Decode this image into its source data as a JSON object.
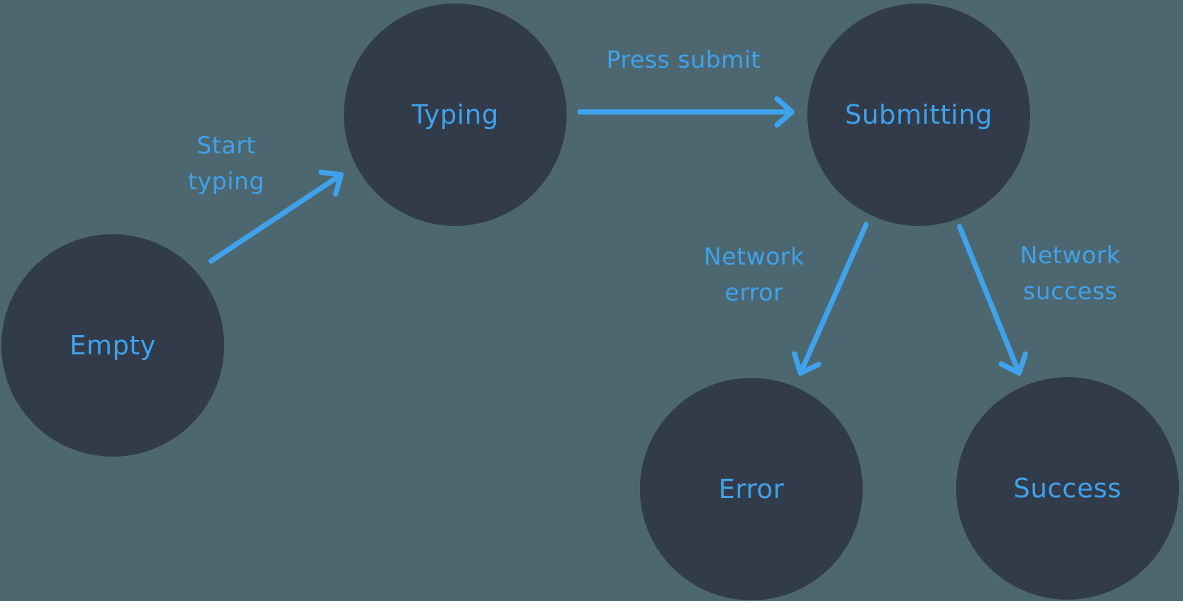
{
  "colors": {
    "background": "#4c6770",
    "node_fill": "#323b49",
    "accent": "#3fa2ec"
  },
  "nodes": [
    {
      "id": "empty",
      "label": "Empty"
    },
    {
      "id": "typing",
      "label": "Typing"
    },
    {
      "id": "submitting",
      "label": "Submitting"
    },
    {
      "id": "error",
      "label": "Error"
    },
    {
      "id": "success",
      "label": "Success"
    }
  ],
  "edges": [
    {
      "from": "empty",
      "to": "typing",
      "label": "Start typing",
      "label_lines": [
        "Start",
        "typing"
      ]
    },
    {
      "from": "typing",
      "to": "submitting",
      "label": "Press submit",
      "label_lines": [
        "Press submit",
        ""
      ]
    },
    {
      "from": "submitting",
      "to": "error",
      "label": "Network error",
      "label_lines": [
        "Network",
        "error"
      ]
    },
    {
      "from": "submitting",
      "to": "success",
      "label": "Network success",
      "label_lines": [
        "Network",
        "success"
      ]
    }
  ]
}
